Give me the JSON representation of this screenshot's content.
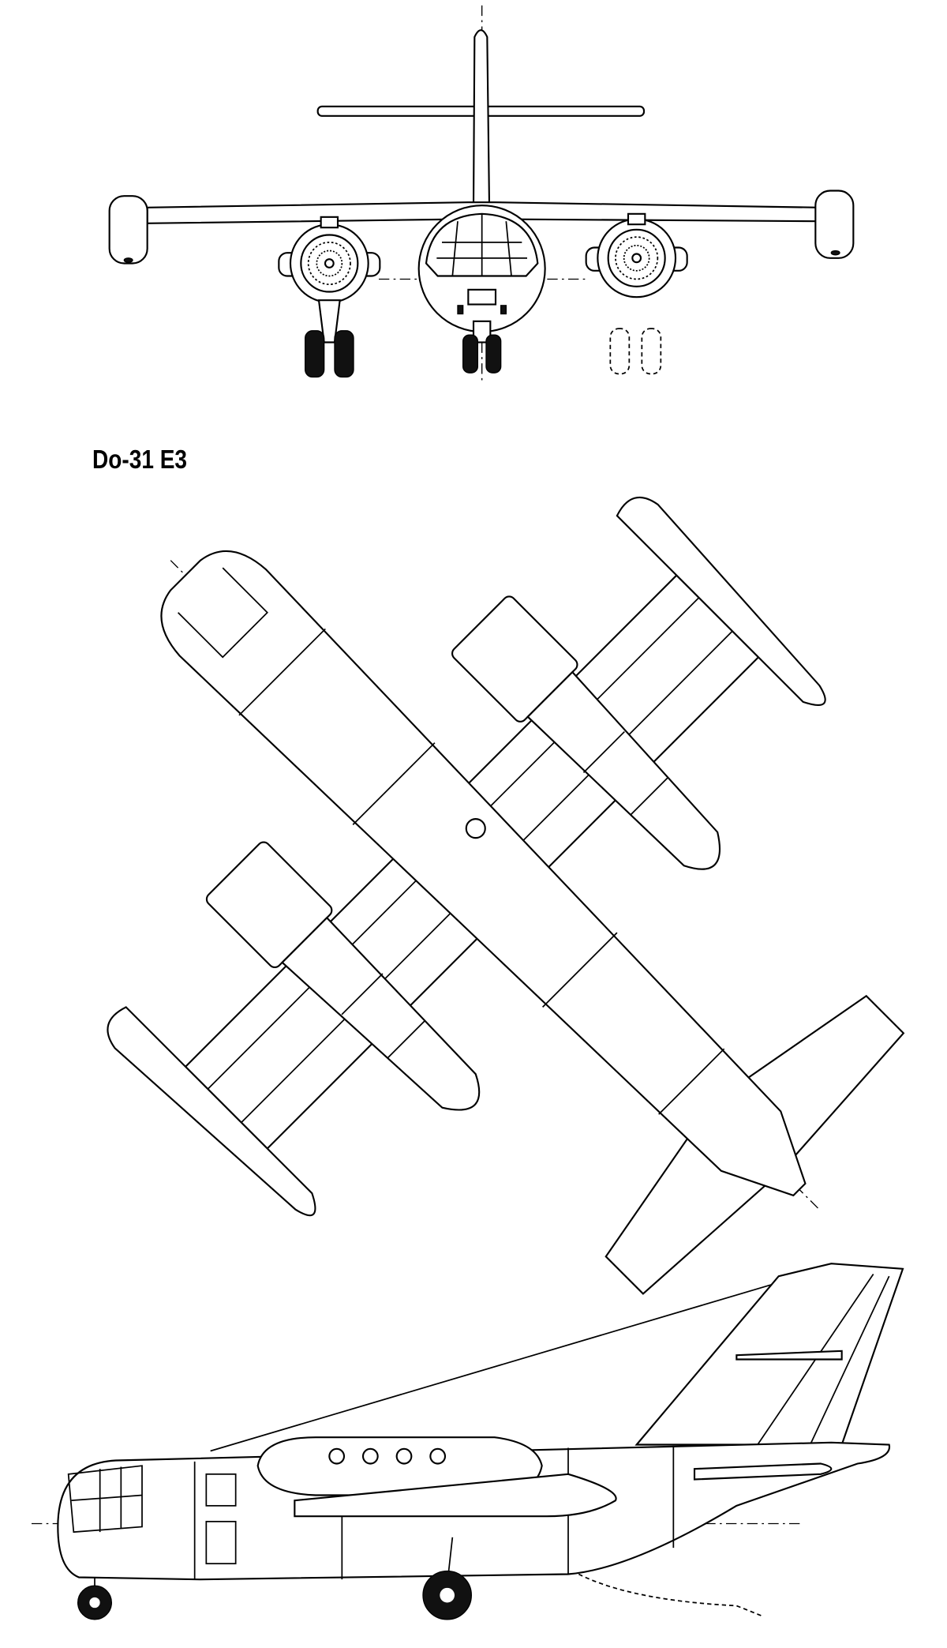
{
  "drawing": {
    "title": "Do-31 E3",
    "views": [
      "front-view",
      "top-view",
      "side-view"
    ],
    "line_color": "#000000",
    "background": "#ffffff"
  }
}
